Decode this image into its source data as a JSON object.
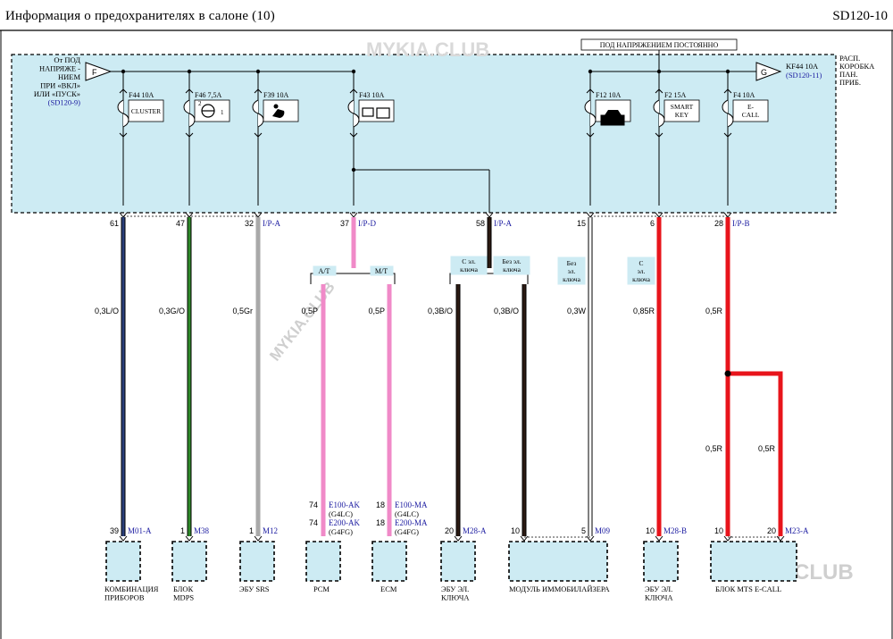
{
  "header": {
    "title": "Информация о предохранителях в салоне (10)",
    "page_code": "SD120-10"
  },
  "watermark": "MYKIA.CLUB",
  "power_label": "ПОД НАПРЯЖЕНИЕМ ПОСТОЯННО",
  "junction_box": [
    "РАСП.",
    "КОРОБКА",
    "ПАН.",
    "ПРИБ."
  ],
  "source_left": {
    "lines": [
      "От ПОД",
      "НАПРЯЖЕ -",
      "НИЕМ",
      "ПРИ «ВКЛ»",
      "ИЛИ «ПУСК»"
    ],
    "ref": "(SD120-9)",
    "letter": "F"
  },
  "source_right": {
    "letter": "G",
    "fuse": "KF44 10A",
    "ref": "(SD120-11)"
  },
  "fuses": [
    {
      "name": "F44 10A",
      "sub": "CLUSTER"
    },
    {
      "name": "F46 7,5A",
      "sub": "",
      "pin_left": "2",
      "pin_right": "1"
    },
    {
      "name": "F39 10A",
      "sub": ""
    },
    {
      "name": "F43 10A",
      "sub": ""
    },
    {
      "name": "F12 10A",
      "sub": ""
    },
    {
      "name": "F2 15A",
      "sub": "SMART KEY"
    },
    {
      "name": "F4 10A",
      "sub": "E- CALL"
    }
  ],
  "box_pins": [
    {
      "pin": "61",
      "connector": ""
    },
    {
      "pin": "47",
      "connector": ""
    },
    {
      "pin": "32",
      "connector": "I/P-A"
    },
    {
      "pin": "37",
      "connector": "I/P-D"
    },
    {
      "pin": "58",
      "connector": "I/P-A"
    },
    {
      "pin": "15",
      "connector": ""
    },
    {
      "pin": "6",
      "connector": ""
    },
    {
      "pin": "28",
      "connector": "I/P-B"
    }
  ],
  "variant_labels": {
    "at": "A/T",
    "mt": "M/T",
    "with_key": "С эл. ключа",
    "without_key": "Без эл. ключа",
    "without_key_2": "Без эл. ключа",
    "with_key_2": "С эл. ключа"
  },
  "wire_labels": [
    "0,3L/O",
    "0,3G/O",
    "0,5Gr",
    "0,5P",
    "0,5P",
    "0,3B/O",
    "0,3B/O",
    "0,3W",
    "0,85R",
    "0,5R",
    "0,5R",
    "0,5R"
  ],
  "pcm_pins": {
    "pin1": "74",
    "c1": "E100-AK",
    "e1": "(G4LC)",
    "pin2": "74",
    "c2": "E200-AK",
    "e2": "(G4FG)"
  },
  "ecm_pins": {
    "pin1": "18",
    "c1": "E100-MA",
    "e1": "(G4LC)",
    "pin2": "18",
    "c2": "E200-MA",
    "e2": "(G4FG)"
  },
  "bottom_pins": [
    {
      "pin": "39",
      "connector": "M01-A"
    },
    {
      "pin": "1",
      "connector": "M38"
    },
    {
      "pin": "1",
      "connector": "M12"
    },
    {
      "pin": "20",
      "connector": "M28-A"
    },
    {
      "pin": "10",
      "connector": ""
    },
    {
      "pin": "5",
      "connector": "M09"
    },
    {
      "pin": "10",
      "connector": "M28-B"
    },
    {
      "pin": "10",
      "connector": ""
    },
    {
      "pin": "20",
      "connector": "M23-A"
    }
  ],
  "components": [
    {
      "name": "КОМБИНАЦИЯ ПРИБОРОВ"
    },
    {
      "name": "БЛОК MDPS"
    },
    {
      "name": "ЭБУ SRS"
    },
    {
      "name": "PCM"
    },
    {
      "name": "ECM"
    },
    {
      "name": "ЭБУ ЭЛ. КЛЮЧА"
    },
    {
      "name": "МОДУЛЬ ИММОБИЛАЙЗЕРА"
    },
    {
      "name": "ЭБУ ЭЛ. КЛЮЧА"
    },
    {
      "name": "БЛОК MTS E-CALL"
    }
  ],
  "colors": {
    "box_fill": "#cdebf3",
    "label_blue": "#1a1aa0",
    "wire_lo": "#2b3f7a",
    "wire_go": "#2f8a2a",
    "wire_gr": "#a9a9a9",
    "wire_p": "#f08ac8",
    "wire_bo": "#2b1a12",
    "wire_r": "#e8141b"
  }
}
